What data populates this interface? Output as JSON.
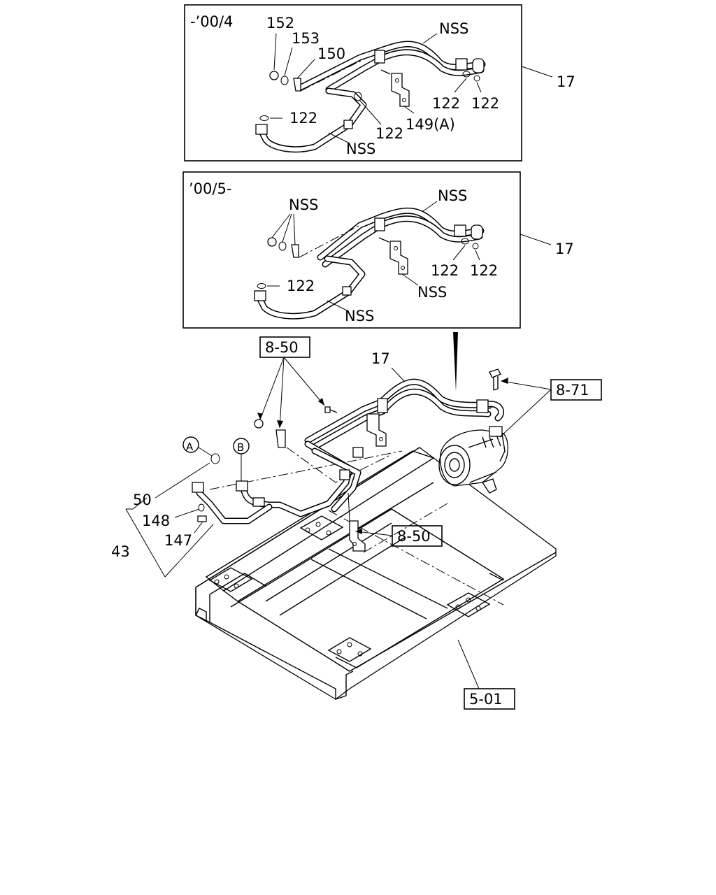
{
  "insets": [
    {
      "range": "-’00/4",
      "labels": {
        "p152": "152",
        "p153": "153",
        "p150": "150",
        "nss_top": "NSS",
        "nss_bottom": "NSS",
        "p122_left": "122",
        "p122_mid": "122",
        "p122_r1": "122",
        "p122_r2": "122",
        "p149a": "149(A)",
        "p17": "17"
      }
    },
    {
      "range": "’00/5-",
      "labels": {
        "nss_clip": "NSS",
        "nss_top": "NSS",
        "nss_bracket": "NSS",
        "nss_bottom": "NSS",
        "p122_left": "122",
        "p122_r1": "122",
        "p122_r2": "122",
        "p17": "17"
      }
    }
  ],
  "main": {
    "ref_850_top": "8-50",
    "ref_871": "8-71",
    "ref_850_mid": "8-50",
    "ref_501": "5-01",
    "p17": "17",
    "p50": "50",
    "p148": "148",
    "p147": "147",
    "p43": "43",
    "circle_a": "A",
    "circle_b": "B"
  }
}
